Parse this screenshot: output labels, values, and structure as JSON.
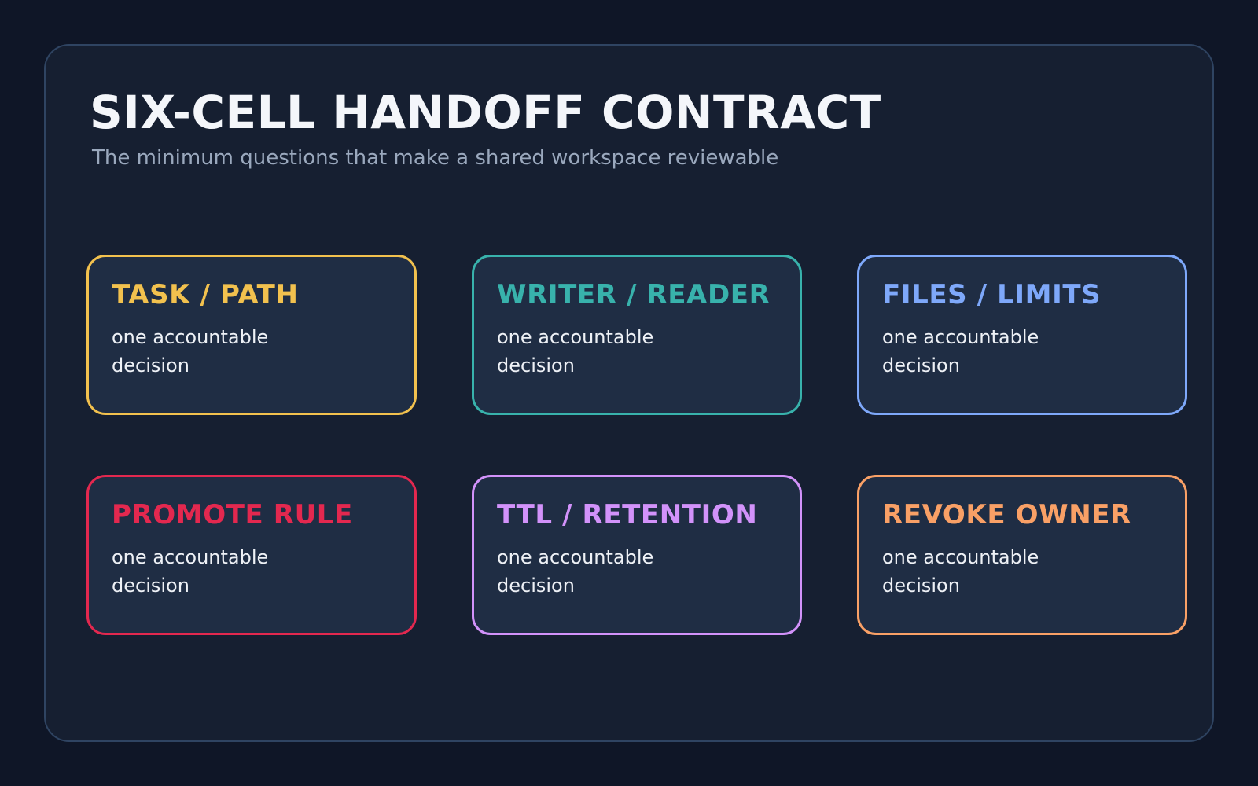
{
  "header": {
    "title": "SIX-CELL HANDOFF CONTRACT",
    "subtitle": "The minimum questions that make a shared workspace reviewable"
  },
  "cards": [
    {
      "title": "TASK / PATH",
      "body": "one accountable decision",
      "color": "#f2c14e"
    },
    {
      "title": "WRITER / READER",
      "body": "one accountable decision",
      "color": "#38b2ac"
    },
    {
      "title": "FILES / LIMITS",
      "body": "one accountable decision",
      "color": "#7ea8fa"
    },
    {
      "title": "PROMOTE RULE",
      "body": "one accountable decision",
      "color": "#e3284f"
    },
    {
      "title": "TTL / RETENTION",
      "body": "one accountable decision",
      "color": "#d292fa"
    },
    {
      "title": "REVOKE OWNER",
      "body": "one accountable decision",
      "color": "#f9a066"
    }
  ]
}
